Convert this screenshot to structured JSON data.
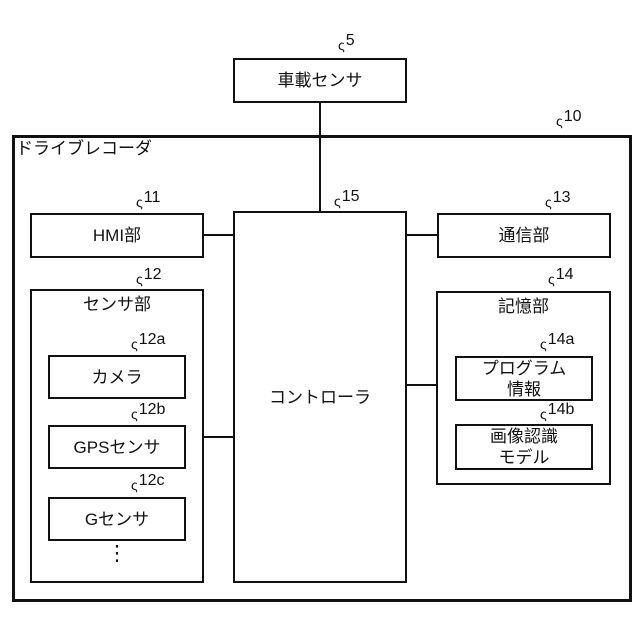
{
  "leader_glyph": "ς",
  "colors": {
    "line": "#111111",
    "background": "#ffffff"
  },
  "blocks": {
    "vehicle_sensor": {
      "label": "車載センサ",
      "ref": "5"
    },
    "drive_recorder": {
      "label": "ドライブレコーダ",
      "ref": "10"
    },
    "hmi": {
      "label": "HMI部",
      "ref": "11"
    },
    "controller": {
      "label": "コントローラ",
      "ref": "15"
    },
    "comm": {
      "label": "通信部",
      "ref": "13"
    },
    "sensor_unit": {
      "label": "センサ部",
      "ref": "12",
      "ellipsis": "⋮"
    },
    "camera": {
      "label": "カメラ",
      "ref": "12a"
    },
    "gps_sensor": {
      "label": "GPSセンサ",
      "ref": "12b"
    },
    "g_sensor": {
      "label": "Gセンサ",
      "ref": "12c"
    },
    "storage": {
      "label": "記憶部",
      "ref": "14"
    },
    "program_info": {
      "lines": [
        "プログラム",
        "情報"
      ],
      "ref": "14a"
    },
    "image_recognition_model": {
      "lines": [
        "画像認識",
        "モデル"
      ],
      "ref": "14b"
    }
  }
}
